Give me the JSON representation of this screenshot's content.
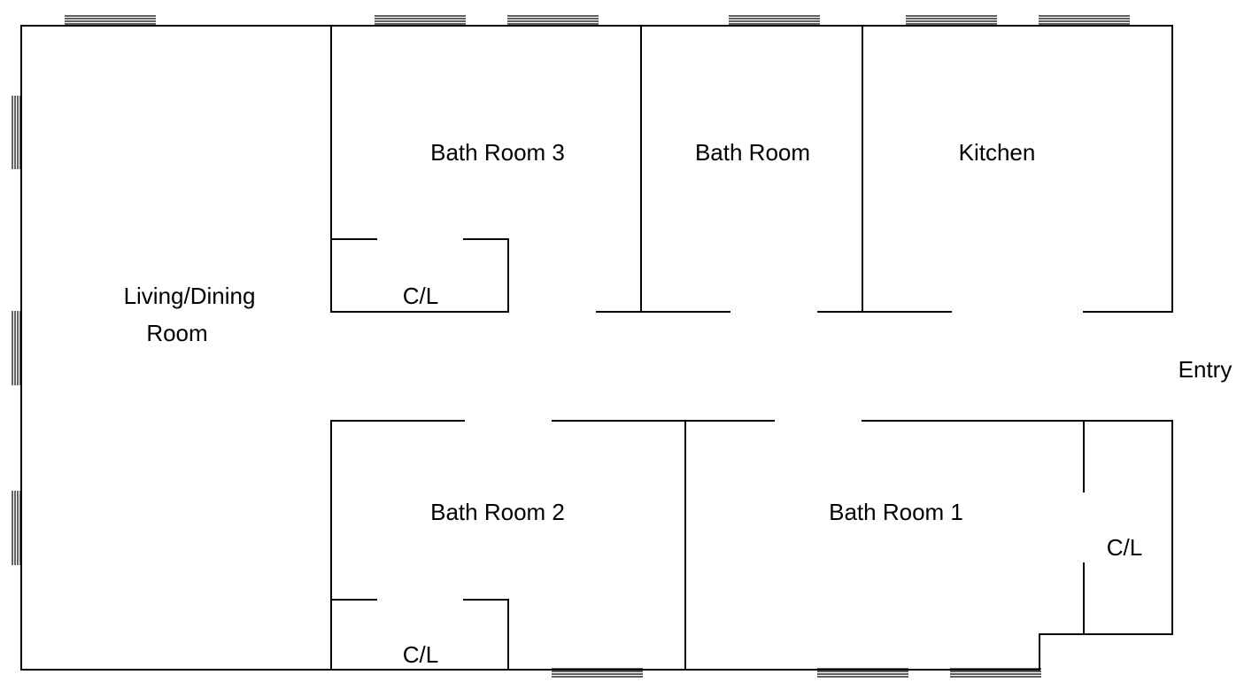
{
  "rooms": {
    "living_dining_line1": "Living/Dining",
    "living_dining_line2": "Room",
    "bath_room_3": "Bath Room 3",
    "bath_room": "Bath Room",
    "kitchen": "Kitchen",
    "closet_top": "C/L",
    "entry": "Entry",
    "bath_room_2": "Bath Room 2",
    "bath_room_1": "Bath Room 1",
    "closet_right": "C/L",
    "closet_bottom": "C/L"
  }
}
